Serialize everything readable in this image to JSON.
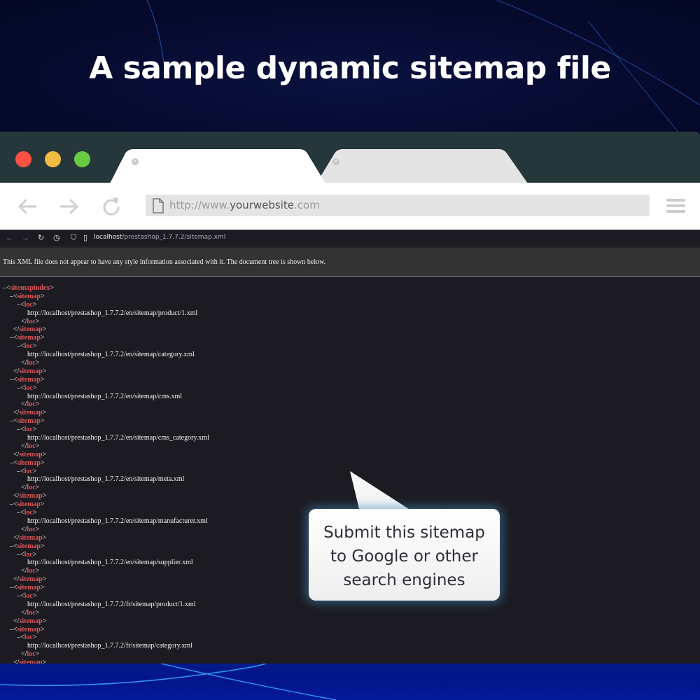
{
  "headline": "A sample dynamic sitemap file",
  "colors": {
    "background": "#050a2e",
    "mock_titlebar": "#25373a",
    "traffic_red": "#fc5145",
    "traffic_yellow": "#f3bb41",
    "traffic_green": "#68cc42",
    "xml_tag_name": "#e05656",
    "inner_background": "#1c1b22"
  },
  "mock_browser": {
    "tabs": [
      {
        "label": "",
        "active": true,
        "close_icon": "close-icon"
      },
      {
        "label": "",
        "active": false,
        "close_icon": "close-icon"
      }
    ],
    "nav": {
      "back_icon": "arrow-left-icon",
      "forward_icon": "arrow-right-icon",
      "reload_icon": "reload-icon",
      "menu_icon": "hamburger-icon"
    },
    "address": {
      "prefix": "http://www.",
      "domain": "yourwebsite",
      "suffix": ".com"
    }
  },
  "inner_browser": {
    "address": {
      "host": "localhost",
      "path": "/prestashop_1.7.7.2/sitemap.xml"
    },
    "info_message": "This XML file does not appear to have any style information associated with it. The document tree is shown below.",
    "xml": {
      "root": "sitemapindex",
      "child": "sitemap",
      "loc": "loc",
      "urls": [
        "http://localhost/prestashop_1.7.7.2/en/sitemap/product/1.xml",
        "http://localhost/prestashop_1.7.7.2/en/sitemap/category.xml",
        "http://localhost/prestashop_1.7.7.2/en/sitemap/cms.xml",
        "http://localhost/prestashop_1.7.7.2/en/sitemap/cms_category.xml",
        "http://localhost/prestashop_1.7.7.2/en/sitemap/meta.xml",
        "http://localhost/prestashop_1.7.7.2/en/sitemap/manufacturer.xml",
        "http://localhost/prestashop_1.7.7.2/en/sitemap/supplier.xml",
        "http://localhost/prestashop_1.7.7.2/fr/sitemap/product/1.xml",
        "http://localhost/prestashop_1.7.7.2/fr/sitemap/category.xml"
      ]
    }
  },
  "callout": {
    "lines": [
      "Submit this sitemap",
      "to Google or other",
      "search engines"
    ]
  }
}
